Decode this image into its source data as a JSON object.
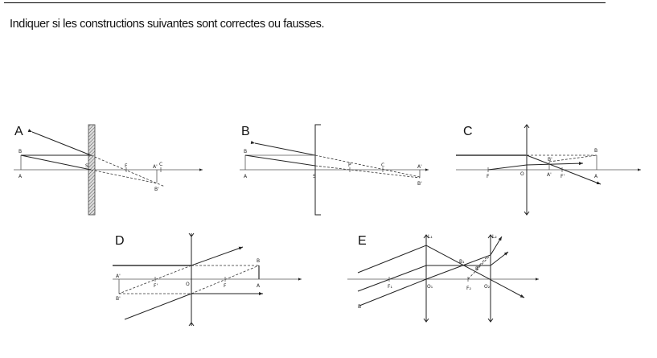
{
  "instruction": "Indiquer si les constructions suivantes sont correctes ou fausses.",
  "diagrams": {
    "A": {
      "title": "A",
      "labels": {
        "B": "B",
        "A": "A",
        "S": "S",
        "F": "F",
        "Ap": "A'",
        "C": "C",
        "Bp": "B'"
      }
    },
    "B": {
      "title": "B",
      "labels": {
        "B": "B",
        "A": "A",
        "S": "S",
        "P": "P",
        "C": "C",
        "Ap": "A'",
        "Bp": "B'"
      }
    },
    "C": {
      "title": "C",
      "labels": {
        "B": "B",
        "A": "A",
        "F": "F",
        "O": "O",
        "Ap": "A'",
        "Fp": "F'",
        "Bp": "B'"
      }
    },
    "D": {
      "title": "D",
      "labels": {
        "B": "B",
        "A": "A",
        "Ap": "A'",
        "Bp": "B'",
        "Fp": "F'",
        "O": "O",
        "F": "F"
      }
    },
    "E": {
      "title": "E",
      "labels": {
        "L1": "L₁",
        "L2": "L₂",
        "B1": "B₁",
        "Bp": "B'",
        "F1": "F₁",
        "O1": "O₁",
        "F2": "F₂",
        "O2": "O₂",
        "B": "B"
      }
    }
  }
}
